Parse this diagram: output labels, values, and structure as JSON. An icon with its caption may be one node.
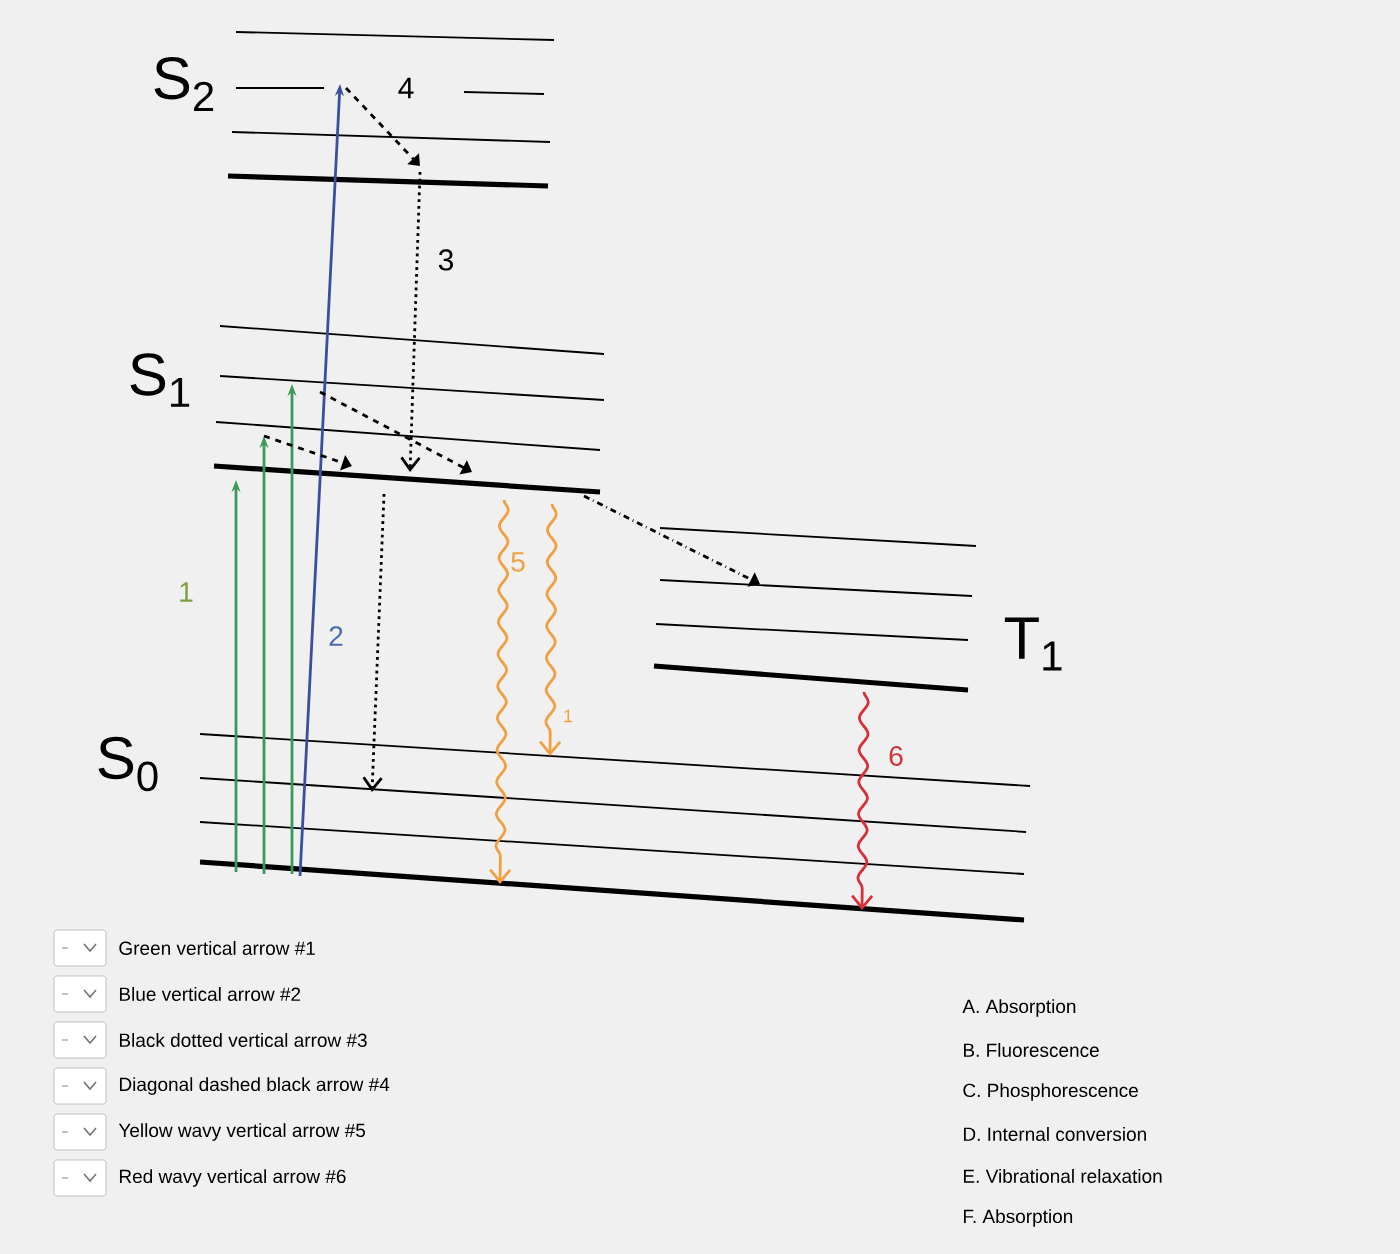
{
  "diagram": {
    "labels": [
      "S$_{2}$",
      "4",
      "3",
      "S$_{1}$",
      "1",
      "2",
      "5",
      "1",
      "T$_{1}$",
      "6",
      "S$_{0}$",
      "Green vertical arrow #1",
      "Blue vertical arrow #2",
      "Black dotted vertical arrow #3",
      "Diagonal dashed black arrow #4",
      "Yellow wavy vertical arrow #5",
      "Red wavy vertical arrow #6",
      "A. Absorption",
      "B. Fluorescence",
      "C. Phosphorescence",
      "D. Internal conversion",
      "E. Vibrational relaxation",
      "F. Absorption"
    ]
  }
}
